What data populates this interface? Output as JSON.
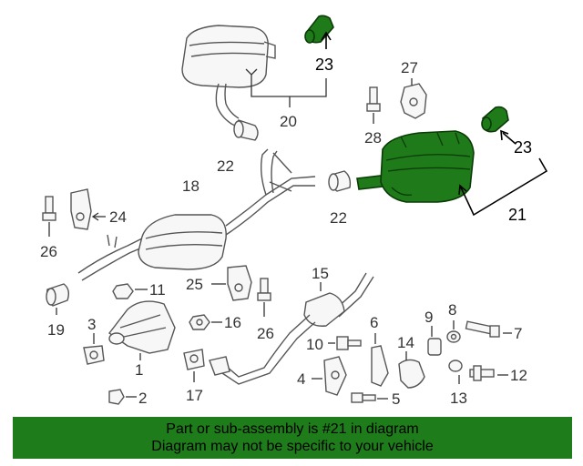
{
  "callouts": {
    "c1": "1",
    "c2": "2",
    "c3": "3",
    "c4": "4",
    "c5": "5",
    "c6": "6",
    "c7": "7",
    "c8": "8",
    "c9": "9",
    "c10": "10",
    "c11": "11",
    "c12": "12",
    "c13": "13",
    "c14": "14",
    "c15": "15",
    "c16": "16",
    "c17": "17",
    "c18": "18",
    "c19": "19",
    "c20": "20",
    "c21": "21",
    "c22a": "22",
    "c22b": "22",
    "c23a": "23",
    "c23b": "23",
    "c24": "24",
    "c25": "25",
    "c26a": "26",
    "c26b": "26",
    "c27": "27",
    "c28": "28"
  },
  "highlight": {
    "part": "21",
    "color": "#1e7c1a"
  },
  "banner": {
    "line1": "Part or sub-assembly is #21 in diagram",
    "line2": "Diagram may not be specific to your vehicle"
  }
}
